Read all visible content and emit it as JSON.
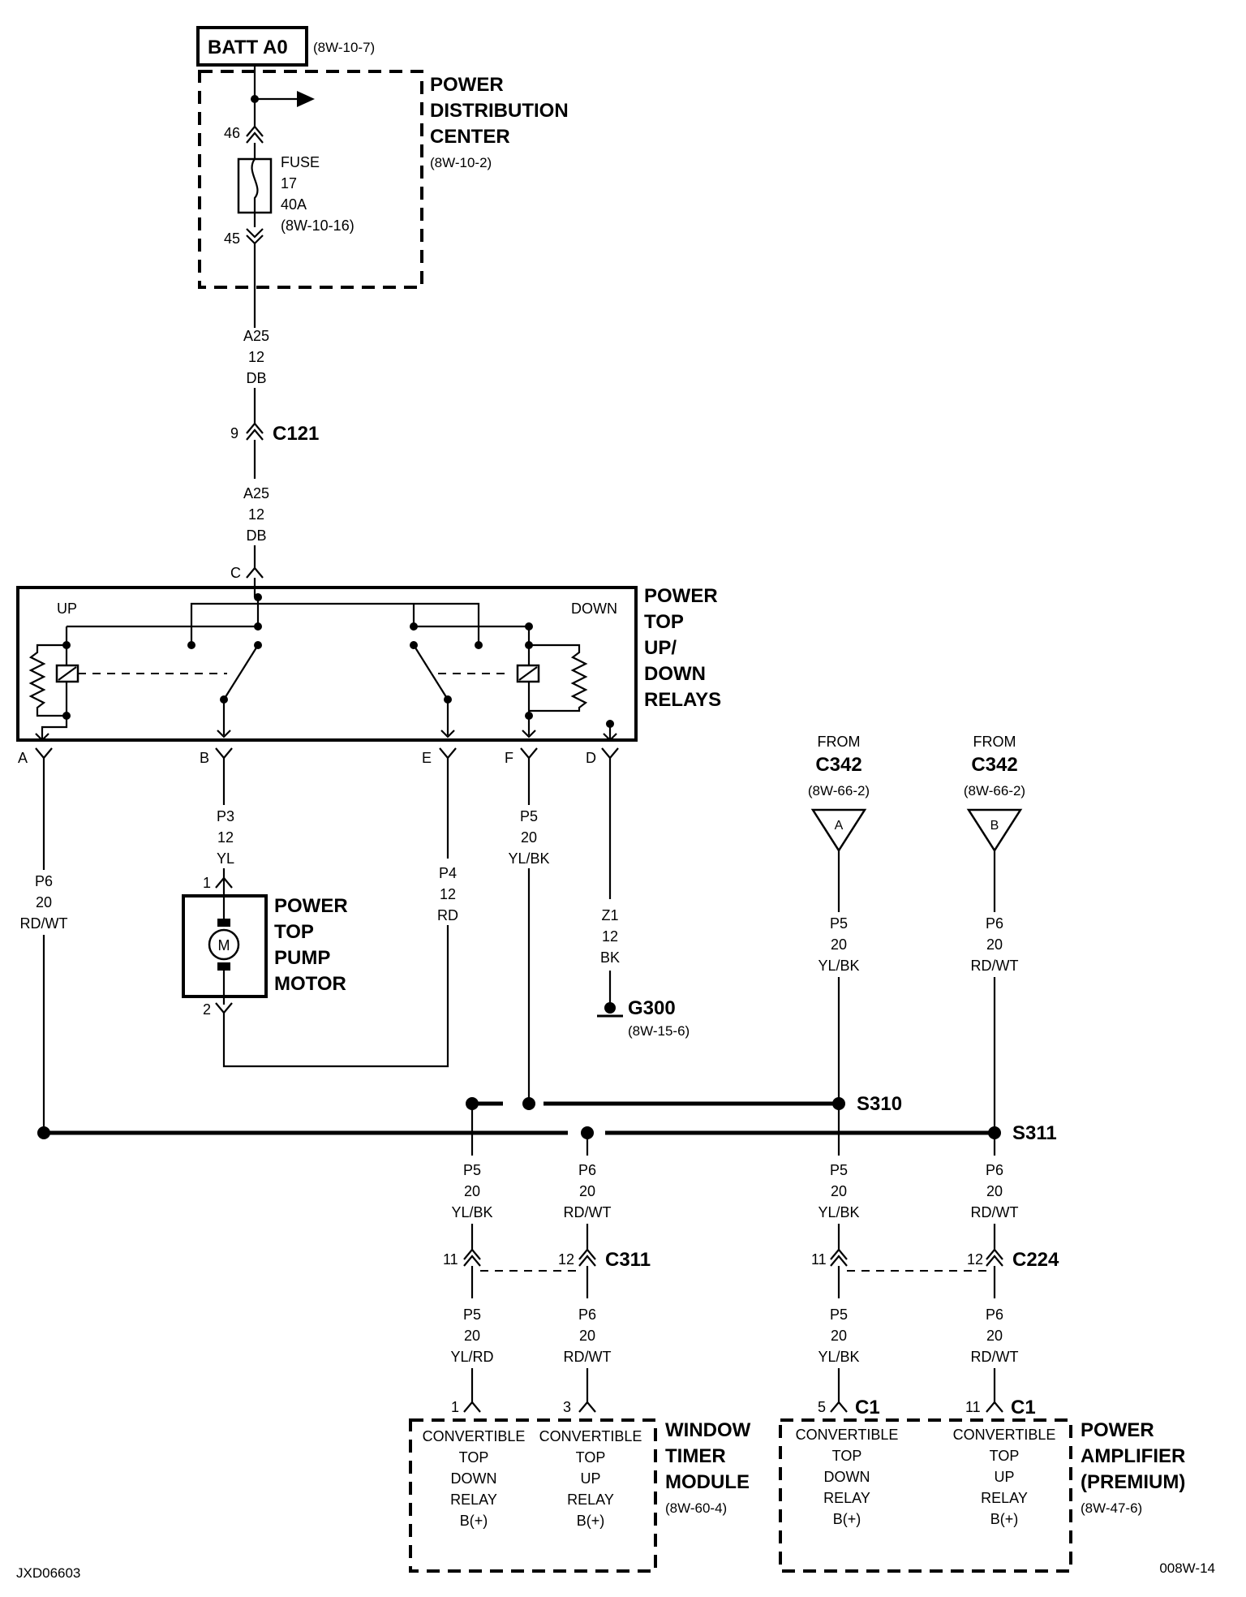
{
  "batt": {
    "name": "BATT A0",
    "ref": "(8W-10-7)"
  },
  "pdc": {
    "line1": "POWER",
    "line2": "DISTRIBUTION",
    "line3": "CENTER",
    "ref": "(8W-10-2)",
    "pin_top": "46",
    "pin_bottom": "45"
  },
  "fuse": {
    "l1": "FUSE",
    "l2": "17",
    "l3": "40A",
    "l4": "(8W-10-16)"
  },
  "wire_a25_upper": {
    "circuit": "A25",
    "gauge": "12",
    "color": "DB"
  },
  "c121": {
    "pin": "9",
    "name": "C121"
  },
  "wire_a25_lower": {
    "circuit": "A25",
    "gauge": "12",
    "color": "DB"
  },
  "relays": {
    "pin_c": "C",
    "up": "UP",
    "down": "DOWN",
    "l1": "POWER",
    "l2": "TOP",
    "l3": "UP/",
    "l4": "DOWN",
    "l5": "RELAYS",
    "pin_a": "A",
    "pin_b": "B",
    "pin_e": "E",
    "pin_f": "F",
    "pin_d": "D"
  },
  "wire_p3": {
    "circuit": "P3",
    "gauge": "12",
    "color": "YL"
  },
  "wire_p6_left": {
    "circuit": "P6",
    "gauge": "20",
    "color": "RD/WT"
  },
  "wire_p4": {
    "circuit": "P4",
    "gauge": "12",
    "color": "RD"
  },
  "wire_p5_f": {
    "circuit": "P5",
    "gauge": "20",
    "color": "YL/BK"
  },
  "wire_z1": {
    "circuit": "Z1",
    "gauge": "12",
    "color": "BK"
  },
  "motor": {
    "pin1": "1",
    "pin2": "2",
    "symbol": "M",
    "l1": "POWER",
    "l2": "TOP",
    "l3": "PUMP",
    "l4": "MOTOR"
  },
  "ground": {
    "name": "G300",
    "ref": "(8W-15-6)"
  },
  "from_a": {
    "from": "FROM",
    "conn": "C342",
    "ref": "(8W-66-2)",
    "letter": "A"
  },
  "from_b": {
    "from": "FROM",
    "conn": "C342",
    "ref": "(8W-66-2)",
    "letter": "B"
  },
  "wire_p5_from": {
    "circuit": "P5",
    "gauge": "20",
    "color": "YL/BK"
  },
  "wire_p6_from": {
    "circuit": "P6",
    "gauge": "20",
    "color": "RD/WT"
  },
  "splices": {
    "s310": "S310",
    "s311": "S311"
  },
  "wire_p5_wtm_up": {
    "circuit": "P5",
    "gauge": "20",
    "color": "YL/BK"
  },
  "wire_p6_wtm_up": {
    "circuit": "P6",
    "gauge": "20",
    "color": "RD/WT"
  },
  "wire_p5_amp_up": {
    "circuit": "P5",
    "gauge": "20",
    "color": "YL/BK"
  },
  "wire_p6_amp_up": {
    "circuit": "P6",
    "gauge": "20",
    "color": "RD/WT"
  },
  "c311": {
    "pin_left": "11",
    "pin_right": "12",
    "name": "C311"
  },
  "c224": {
    "pin_left": "11",
    "pin_right": "12",
    "name": "C224"
  },
  "wire_p5_wtm_low": {
    "circuit": "P5",
    "gauge": "20",
    "color": "YL/RD"
  },
  "wire_p6_wtm_low": {
    "circuit": "P6",
    "gauge": "20",
    "color": "RD/WT"
  },
  "wire_p5_amp_low": {
    "circuit": "P5",
    "gauge": "20",
    "color": "YL/BK"
  },
  "wire_p6_amp_low": {
    "circuit": "P6",
    "gauge": "20",
    "color": "RD/WT"
  },
  "wtm": {
    "pin_left": "1",
    "pin_right": "3",
    "left": [
      "CONVERTIBLE",
      "TOP",
      "DOWN",
      "RELAY",
      "B(+)"
    ],
    "right": [
      "CONVERTIBLE",
      "TOP",
      "UP",
      "RELAY",
      "B(+)"
    ],
    "l1": "WINDOW",
    "l2": "TIMER",
    "l3": "MODULE",
    "ref": "(8W-60-4)"
  },
  "amp": {
    "pin_left": "5",
    "conn_left": "C1",
    "pin_right": "11",
    "conn_right": "C1",
    "left": [
      "CONVERTIBLE",
      "TOP",
      "DOWN",
      "RELAY",
      "B(+)"
    ],
    "right": [
      "CONVERTIBLE",
      "TOP",
      "UP",
      "RELAY",
      "B(+)"
    ],
    "l1": "POWER",
    "l2": "AMPLIFIER",
    "l3": "(PREMIUM)",
    "ref": "(8W-47-6)"
  },
  "footer": {
    "left": "JXD06603",
    "right": "008W-14"
  }
}
